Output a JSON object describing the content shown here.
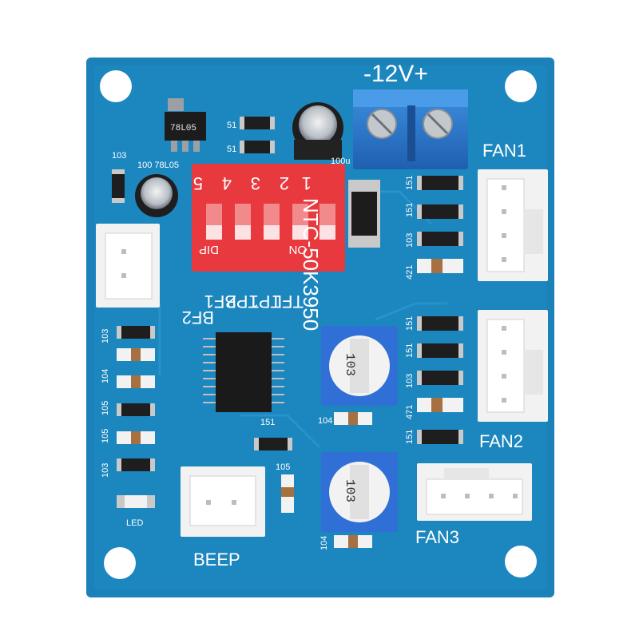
{
  "board": {
    "pcb_color": "#1a82b8",
    "power_label": "-12V+",
    "fan_labels": [
      "FAN1",
      "FAN2",
      "FAN3"
    ],
    "beep_label": "BEEP",
    "led_label": "LED",
    "ntc_label": "NTC-50K3950",
    "dip": {
      "numbers": [
        "5",
        "4",
        "3",
        "2",
        "1"
      ],
      "dip_label": "DIP",
      "on_label": "ON",
      "color": "#e8393e"
    },
    "function_labels": [
      "TFL",
      "TP1",
      "TP2",
      "BF1",
      "BF2"
    ],
    "regulator_marking": "78L05",
    "regulator_silk": "100 78L05",
    "cap_label": "100u",
    "pot_markings": [
      "103",
      "103"
    ],
    "left_resistor_codes": [
      "103",
      "104",
      "105",
      "105",
      "103"
    ],
    "left_top_code": "103",
    "fan1_codes": [
      "421",
      "103",
      "151",
      "151"
    ],
    "fan2_codes": [
      "471",
      "103",
      "151",
      "151"
    ],
    "misc_codes": {
      "c151_a": "151",
      "c151_b": "151",
      "c105": "105",
      "c104_a": "104",
      "c104_b": "104",
      "c151_left": "151",
      "c51_a": "51",
      "c51_b": "51"
    }
  }
}
